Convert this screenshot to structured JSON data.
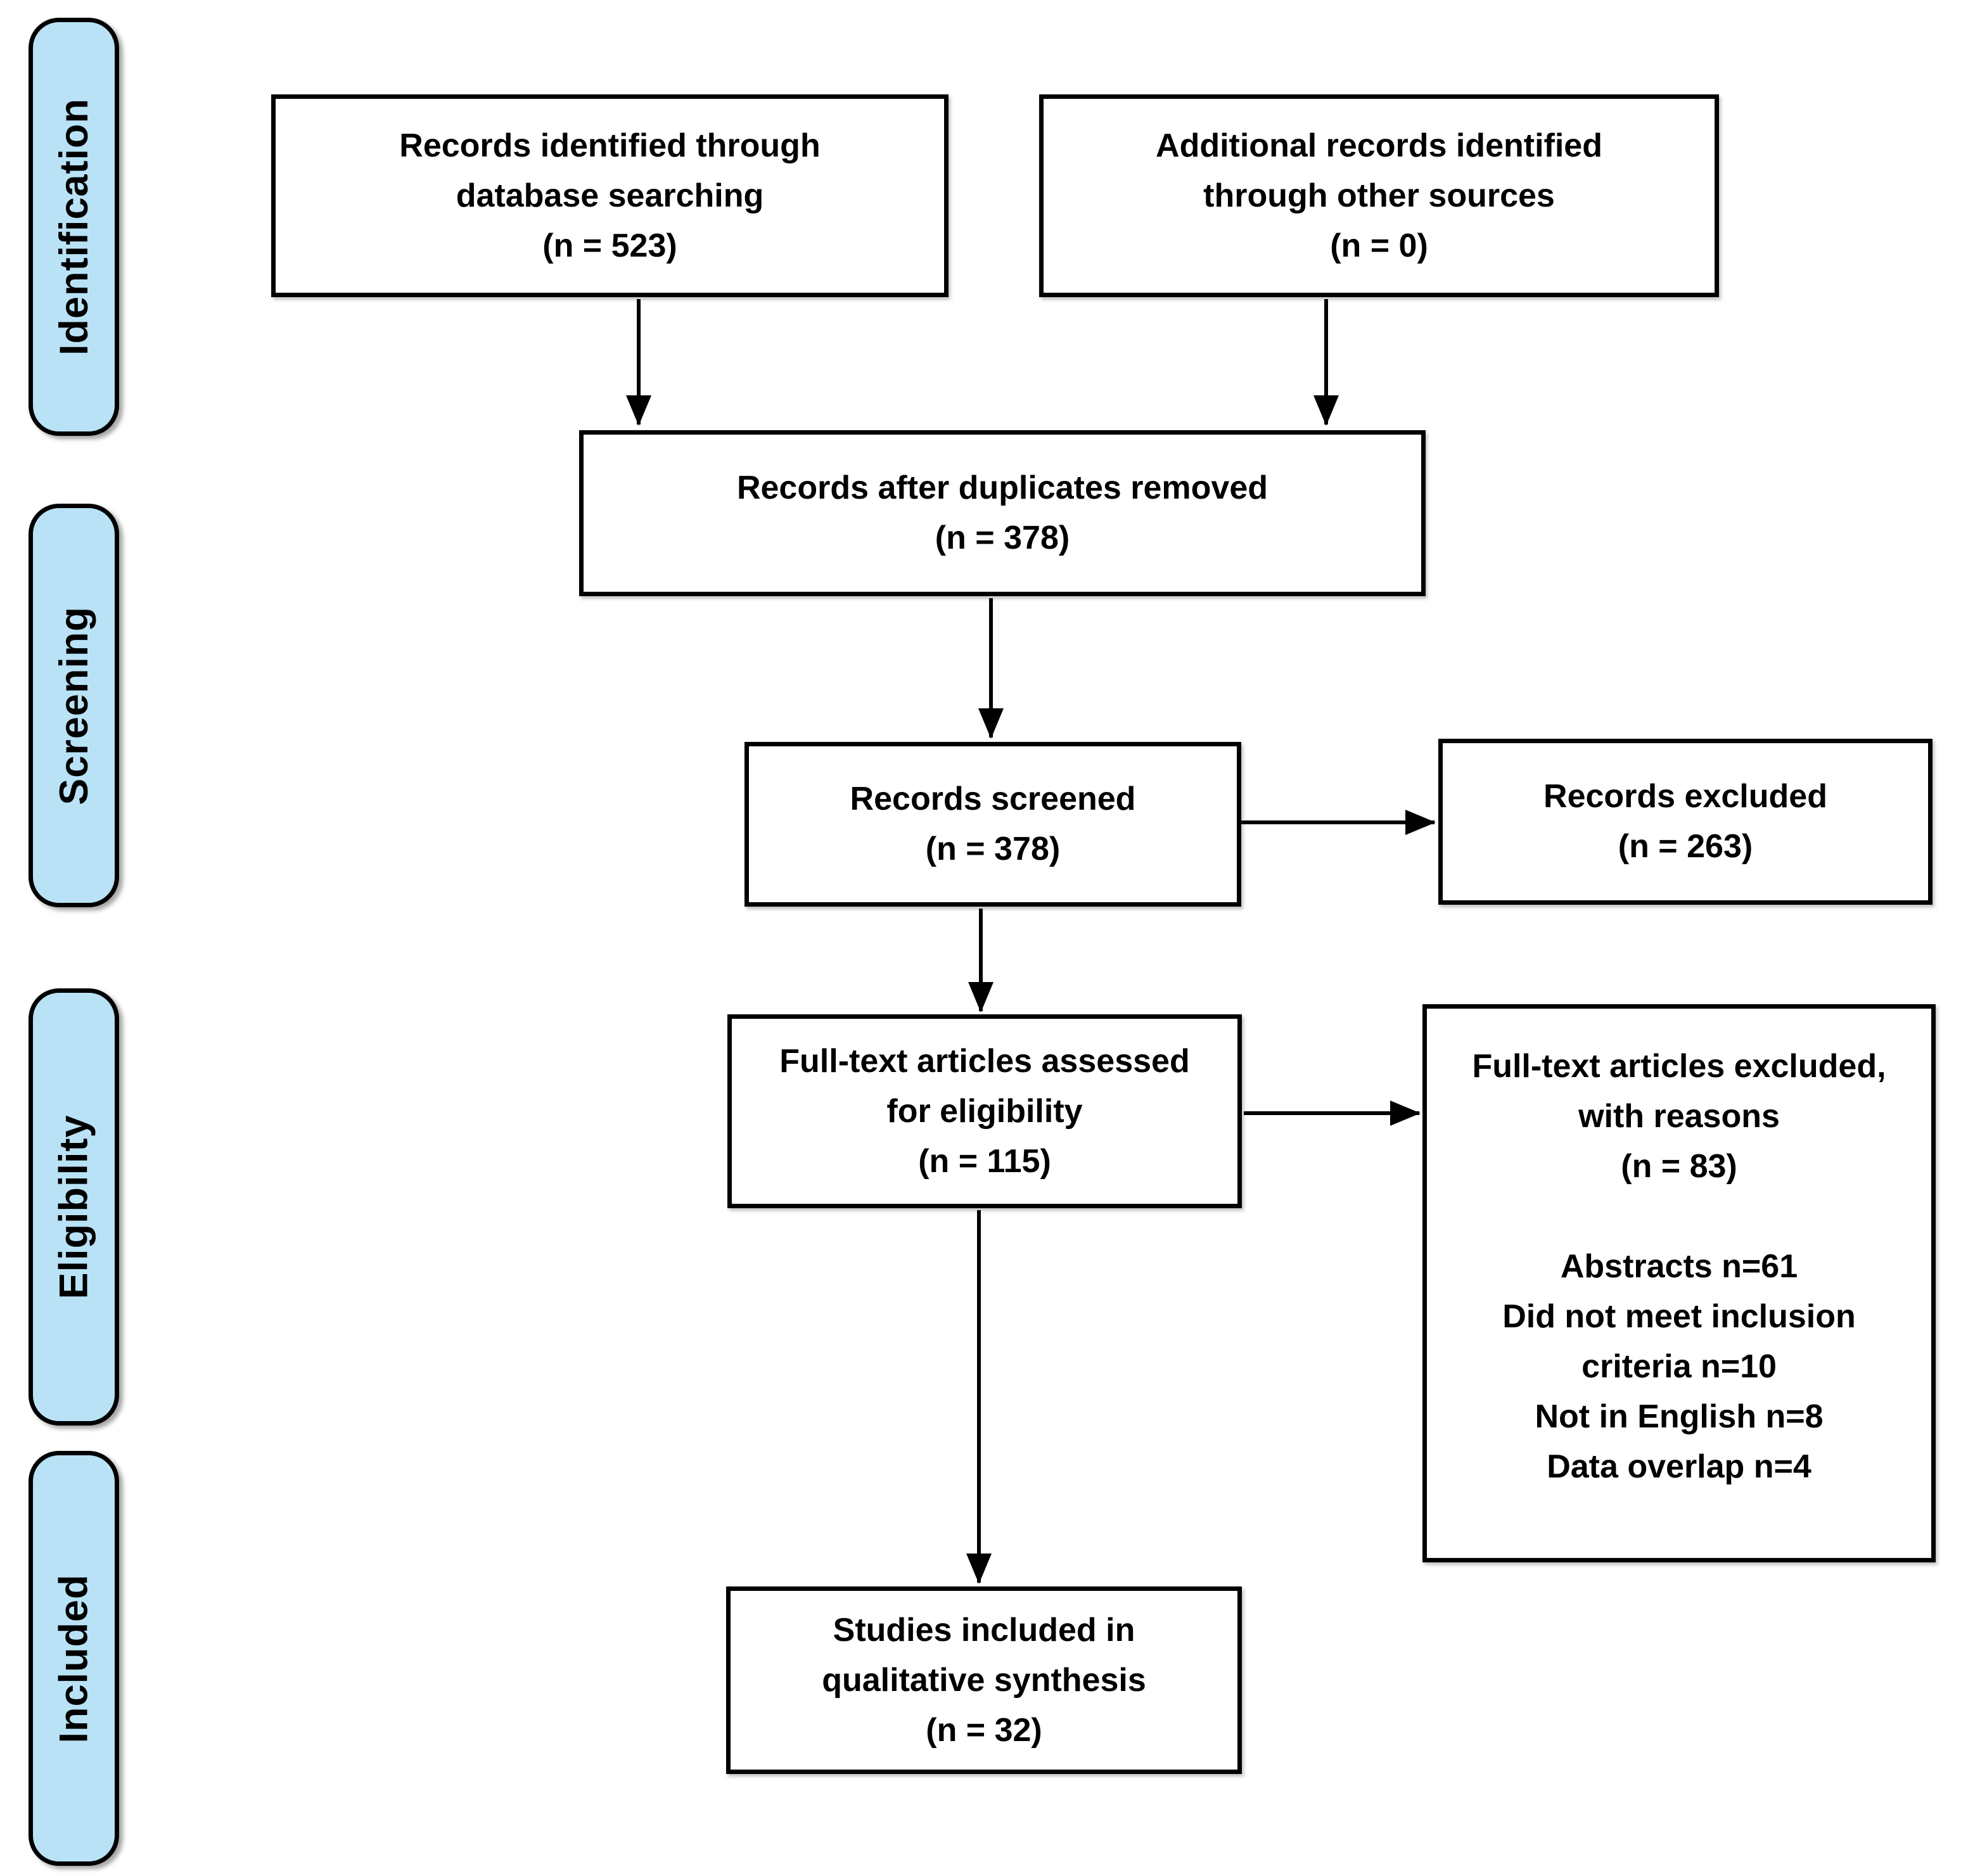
{
  "stages": [
    {
      "label": "Identification"
    },
    {
      "label": "Screening"
    },
    {
      "label": "Eligibility"
    },
    {
      "label": "Included"
    }
  ],
  "boxes": {
    "identified": {
      "lines": [
        "Records identified through",
        "database searching",
        "(n = 523)"
      ]
    },
    "additional": {
      "lines": [
        "Additional records identified",
        "through other sources",
        "(n = 0)"
      ]
    },
    "deduplicated": {
      "lines": [
        "Records after duplicates removed",
        "(n = 378)"
      ]
    },
    "screened": {
      "lines": [
        "Records screened",
        "(n = 378)"
      ]
    },
    "excluded": {
      "lines": [
        "Records excluded",
        "(n = 263)"
      ]
    },
    "fulltext_assessed": {
      "lines": [
        "Full-text articles assessed",
        "for eligibility",
        "(n = 115)"
      ]
    },
    "fulltext_excluded": {
      "lines": [
        "Full-text articles excluded,",
        "with reasons",
        "(n = 83)"
      ],
      "reasons": [
        "Abstracts n=61",
        "Did not meet inclusion",
        "criteria n=10",
        "Not in English n=8",
        "Data overlap n=4"
      ]
    },
    "included_studies": {
      "lines": [
        "Studies included in",
        "qualitative synthesis",
        "(n = 32)"
      ]
    }
  },
  "colors": {
    "stage_fill": "#b9e2f6",
    "box_fill": "#ffffff",
    "line": "#000000"
  }
}
